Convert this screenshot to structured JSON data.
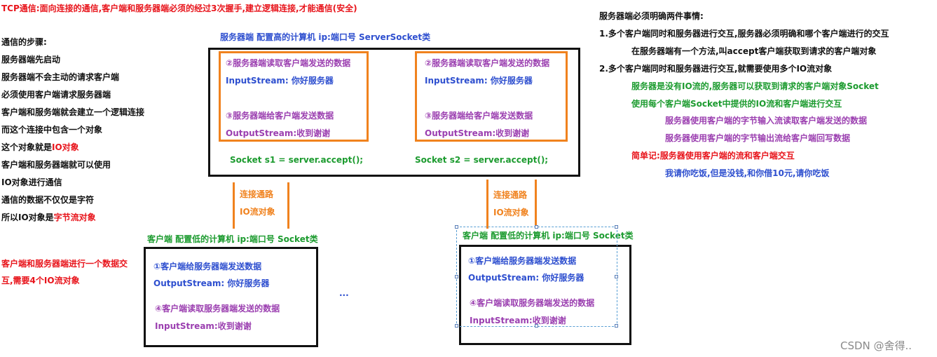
{
  "top_title": "TCP通信:面向连接的通信,客户端和服务器端必须的经过3次握手,建立逻辑连接,才能通信(安全)",
  "steps": [
    "通信的步骤:",
    "服务器端先启动",
    "服务器端不会主动的请求客户端",
    "必须使用客户端请求服务器端",
    "客户端和服务端就会建立一个逻辑连接",
    "而这个连接中包含一个对象",
    "这个对象就是",
    "客户端和服务器端就可以使用",
    "IO对象进行通信",
    "通信的数据不仅仅是字符",
    "所以IO对象是"
  ],
  "steps_highlight": {
    "io_object": "IO对象",
    "byte_stream_object": "字节流对象"
  },
  "left_note": [
    "客户端和服务器端进行一个数据交",
    "互,需要4个IO流对象"
  ],
  "server": {
    "title": "服务器端 配置高的计算机 ip:端口号 ServerSocket类",
    "panels": [
      {
        "read_label": "②服务器端读取客户端发送的数据",
        "input_stream": "InputStream: 你好服务器",
        "send_label": "③服务器端给客户端发送数据",
        "output_stream": "OutputStream:收到谢谢",
        "socket": "Socket s1 = server.accept();"
      },
      {
        "read_label": "②服务器端读取客户端发送的数据",
        "input_stream": "InputStream: 你好服务器",
        "send_label": "③服务器端给客户端发送数据",
        "output_stream": "OutputStream:收到谢谢",
        "socket": "Socket s2 = server.accept();"
      }
    ]
  },
  "connections": [
    {
      "line1": "连接通路",
      "line2": "IO流对象"
    },
    {
      "line1": "连接通路",
      "line2": "IO流对象"
    }
  ],
  "clients": [
    {
      "title": "客户端 配置低的计算机 ip:端口号  Socket类",
      "send_label": "①客户端给服务器端发送数据",
      "output_stream": "OutputStream: 你好服务器",
      "read_label": "④客户端读取服务器端发送的数据",
      "input_stream": "InputStream:收到谢谢"
    },
    {
      "title": "客户端 配置低的计算机 ip:端口号  Socket类",
      "send_label": "①客户端给服务器端发送数据",
      "output_stream": "OutputStream: 你好服务器",
      "read_label": "④客户端读取服务器端发送的数据",
      "input_stream": "InputStream:收到谢谢"
    }
  ],
  "ellipsis": "...",
  "right_notes": {
    "header": "服务器端必须明确两件事情:",
    "item1": "1.多个客户端同时和服务器进行交互,服务器必须明确和哪个客户端进行的交互",
    "item1_sub": "在服务器端有一个方法,叫accept客户端获取到请求的客户端对象",
    "item2": "2.多个客户端同时和服务器进行交互,就需要使用多个IO流对象",
    "green1": "服务器是没有IO流的,服务器可以获取到请求的客户端对象Socket",
    "green2": "使用每个客户端Socket中提供的IO流和客户端进行交互",
    "purple1": "服务器使用客户端的字节输入流读取客户端发送的数据",
    "purple2": "服务器使用客户端的字节输出流给客户端回写数据",
    "red1": "简单记:服务器使用客户端的流和客户端交互",
    "blue1": "我请你吃饭,但是没钱,和你借10元,请你吃饭"
  },
  "watermark": "CSDN @舍得.."
}
